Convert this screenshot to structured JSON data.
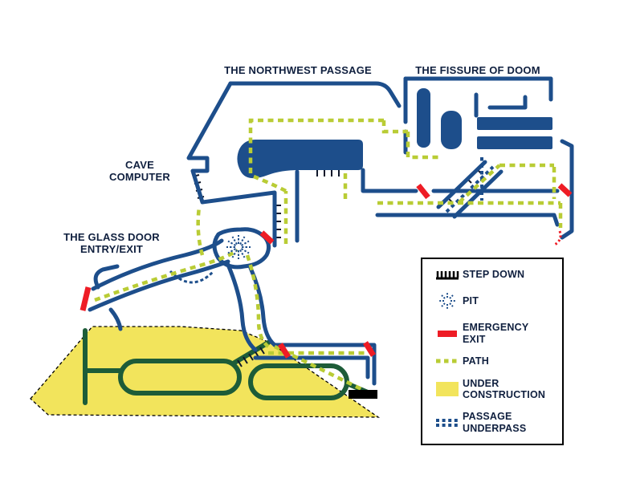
{
  "map": {
    "labels": {
      "northwest_passage": "THE NORTHWEST PASSAGE",
      "fissure_of_doom": "THE FISSURE OF DOOM",
      "cave_computer": "CAVE\nCOMPUTER",
      "glass_door": "THE GLASS DOOR\nENTRY/EXIT"
    },
    "colors": {
      "passage_blue": "#1d4e8b",
      "path_green": "#b9cc35",
      "construction_yellow": "#f2e45c",
      "construction_green": "#1d5c38",
      "emergency_red": "#ee1c25",
      "ink": "#10203f"
    }
  },
  "legend": {
    "items": [
      {
        "name": "step-down",
        "label": "STEP DOWN"
      },
      {
        "name": "pit",
        "label": "PIT"
      },
      {
        "name": "emergency-exit",
        "label": "EMERGENCY EXIT"
      },
      {
        "name": "path",
        "label": "PATH"
      },
      {
        "name": "under-construction",
        "label": "UNDER CONSTRUCTION"
      },
      {
        "name": "passage-underpass",
        "label": "PASSAGE UNDERPASS"
      }
    ]
  }
}
